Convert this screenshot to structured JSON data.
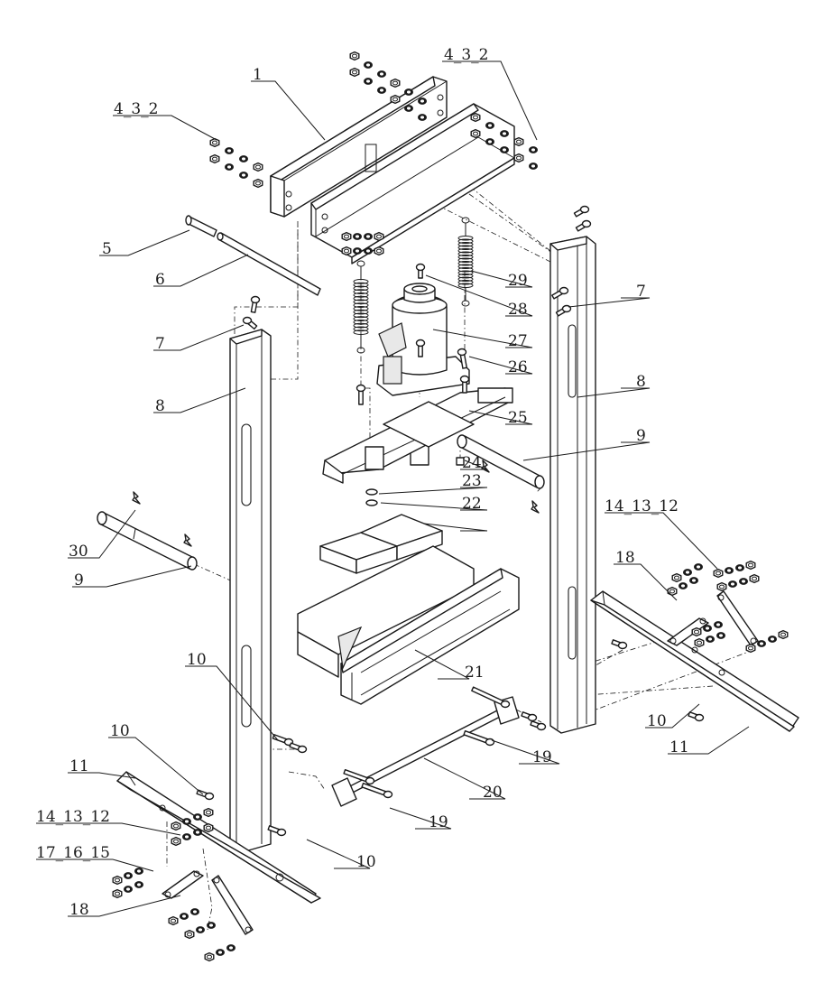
{
  "callouts": [
    {
      "id": "c1",
      "text": "1"
    },
    {
      "id": "c2",
      "text": "4_3_2"
    },
    {
      "id": "c3",
      "text": "4_3_2"
    },
    {
      "id": "c4",
      "text": "5"
    },
    {
      "id": "c5",
      "text": "6"
    },
    {
      "id": "c6",
      "text": "7"
    },
    {
      "id": "c7",
      "text": "7"
    },
    {
      "id": "c8",
      "text": "8"
    },
    {
      "id": "c9",
      "text": "8"
    },
    {
      "id": "c10",
      "text": "29"
    },
    {
      "id": "c11",
      "text": "28"
    },
    {
      "id": "c12",
      "text": "27"
    },
    {
      "id": "c13",
      "text": "26"
    },
    {
      "id": "c14",
      "text": "25"
    },
    {
      "id": "c15",
      "text": "9"
    },
    {
      "id": "c16",
      "text": "24"
    },
    {
      "id": "c17",
      "text": "23"
    },
    {
      "id": "c18",
      "text": "22"
    },
    {
      "id": "c19",
      "text": "30"
    },
    {
      "id": "c20",
      "text": "9"
    },
    {
      "id": "c21",
      "text": "14_13_12"
    },
    {
      "id": "c22",
      "text": "18"
    },
    {
      "id": "c23",
      "text": "21"
    },
    {
      "id": "c24",
      "text": "10"
    },
    {
      "id": "c25",
      "text": "10"
    },
    {
      "id": "c26",
      "text": "11"
    },
    {
      "id": "c27",
      "text": "10"
    },
    {
      "id": "c28",
      "text": "11"
    },
    {
      "id": "c29",
      "text": "19"
    },
    {
      "id": "c30",
      "text": "20"
    },
    {
      "id": "c31",
      "text": "19"
    },
    {
      "id": "c32",
      "text": "14_13_12"
    },
    {
      "id": "c33",
      "text": "10"
    },
    {
      "id": "c34",
      "text": "17_16_15"
    },
    {
      "id": "c35",
      "text": "18"
    }
  ]
}
